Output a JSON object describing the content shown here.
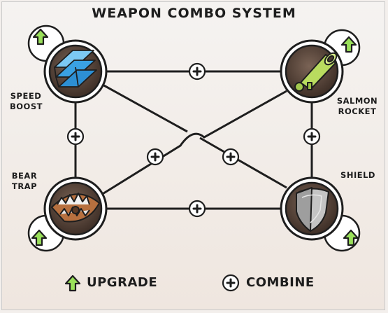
{
  "title": "WEAPON COMBO SYSTEM",
  "nodes": {
    "speed_boost": {
      "line1": "SPEED",
      "line2": "BOOST",
      "icon": "chevron-stack-icon",
      "upgradable": true
    },
    "salmon_rocket": {
      "line1": "SALMON",
      "line2": "ROCKET",
      "icon": "cannon-icon",
      "upgradable": true
    },
    "bear_trap": {
      "line1": "BEAR",
      "line2": "TRAP",
      "icon": "bear-trap-icon",
      "upgradable": true
    },
    "shield": {
      "line1": "SHIELD",
      "line2": "",
      "icon": "shield-icon",
      "upgradable": true
    }
  },
  "legend": {
    "upgrade": "UPGRADE",
    "combine": "COMBINE"
  },
  "colors": {
    "line": "#1e1e1e",
    "node_ring": "#ffffff",
    "node_fill": "#4a3a31",
    "arrow_green": "#9ae05a",
    "speed_blue": "#3aa1e3",
    "rocket_green": "#b9dc5f",
    "shield_gray": "#a9a9a9"
  }
}
